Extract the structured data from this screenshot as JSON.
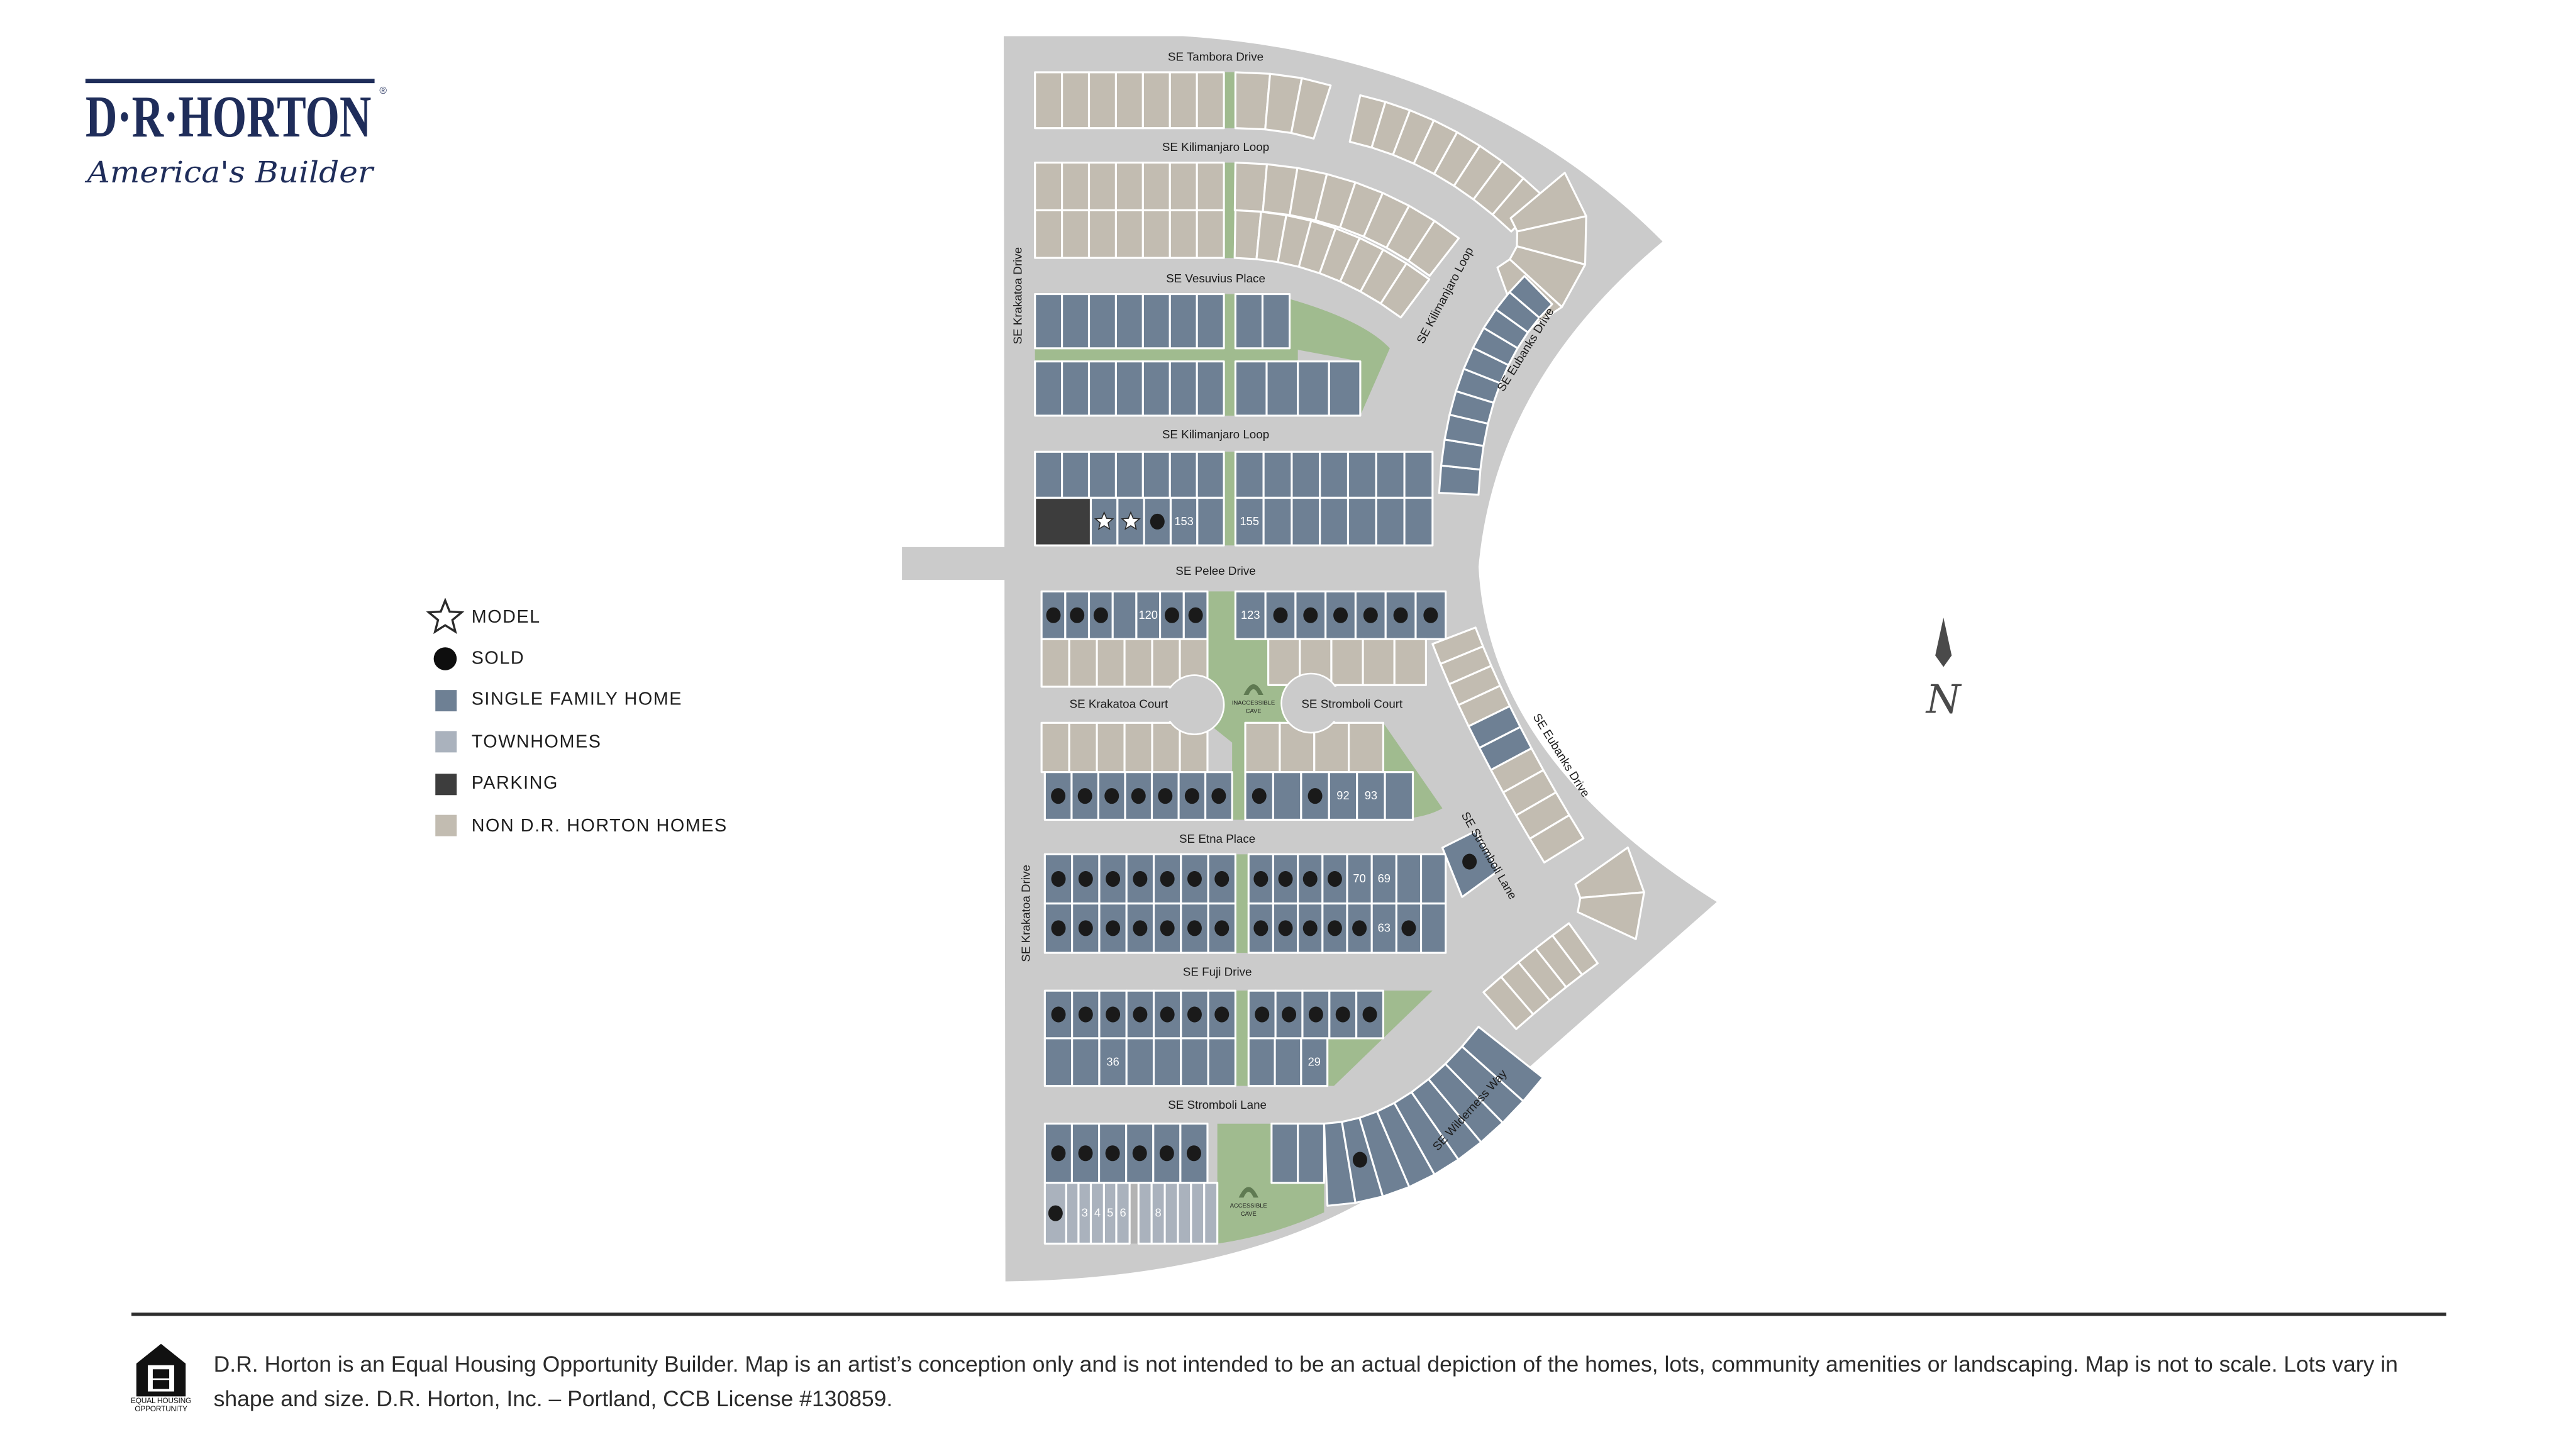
{
  "logo": {
    "wordmark": "D·R·HORTON",
    "registered": "®",
    "tagline": "America's Builder",
    "color": "#1f2d5a"
  },
  "legend": {
    "items": [
      {
        "label": "MODEL",
        "icon": "star-outline-icon"
      },
      {
        "label": "SOLD",
        "icon": "filled-circle-icon"
      },
      {
        "label": "SINGLE FAMILY HOME",
        "color": "#6e8094"
      },
      {
        "label": "TOWNHOMES",
        "color": "#aab2bd"
      },
      {
        "label": "PARKING",
        "color": "#3d3d3d"
      },
      {
        "label": "NON D.R. HORTON HOMES",
        "color": "#c2bcb1"
      }
    ]
  },
  "north_arrow": {
    "label": "N",
    "icon": "north-arrow-icon"
  },
  "colors": {
    "road": "#cbcbcb",
    "green_space": "#a0bb8f",
    "cave": "#5f7a52",
    "single_family": "#6e8094",
    "townhome": "#aab2bd",
    "parking": "#3d3d3d",
    "non_drh": "#c2bcb1",
    "sold": "#1a1a1a"
  },
  "streets": {
    "tambora": "SE Tambora Drive",
    "kilimanjaro_upper": "SE Kilimanjaro Loop",
    "vesuvius": "SE Vesuvius Place",
    "kilimanjaro_lower": "SE Kilimanjaro Loop",
    "kilimanjaro_curve": "SE Kilimanjaro Loop",
    "eubanks_upper": "SE Eubanks Drive",
    "eubanks_lower": "SE Eubanks Drive",
    "krakatoa_drive_upper": "SE Krakatoa Drive",
    "krakatoa_drive_lower": "SE Krakatoa Drive",
    "pelee": "SE Pelee Drive",
    "krakatoa_court": "SE Krakatoa Court",
    "stromboli_court": "SE Stromboli Court",
    "stromboli_lane_curve": "SE Stromboli Lane",
    "etna": "SE Etna Place",
    "fuji": "SE Fuji Drive",
    "stromboli_lane": "SE Stromboli Lane",
    "wilderness": "SE Wilderness Way"
  },
  "amenities": {
    "inaccessible_cave": [
      "INACCESSIBLE",
      "CAVE"
    ],
    "accessible_cave": [
      "ACCESSIBLE",
      "CAVE"
    ]
  },
  "blocks": [
    {
      "id": "tambora_left",
      "type": "non_drh",
      "lots": [
        "",
        "",
        "",
        "",
        "",
        "",
        ""
      ]
    },
    {
      "id": "tambora_right",
      "type": "non_drh",
      "lots": [
        "",
        "",
        ""
      ]
    },
    {
      "id": "tambora_arc",
      "type": "non_drh",
      "lots": [
        "",
        "",
        "",
        "",
        "",
        "",
        "",
        ""
      ]
    },
    {
      "id": "tambora_fan",
      "type": "non_drh",
      "lots": [
        "",
        "",
        "",
        ""
      ]
    },
    {
      "id": "kili_upper_left_top",
      "type": "non_drh",
      "lots": [
        "",
        "",
        "",
        "",
        "",
        "",
        ""
      ]
    },
    {
      "id": "kili_upper_left_bottom",
      "type": "non_drh",
      "lots": [
        "",
        "",
        "",
        "",
        "",
        "",
        ""
      ]
    },
    {
      "id": "kili_upper_right_top",
      "type": "non_drh",
      "lots": [
        "",
        "",
        "",
        "",
        "",
        "",
        "",
        ""
      ]
    },
    {
      "id": "kili_upper_right_bottom",
      "type": "non_drh",
      "lots": [
        "",
        "",
        "",
        "",
        "",
        "",
        "",
        ""
      ]
    },
    {
      "id": "vesuvius_left_top",
      "type": "single_family",
      "lots": [
        "",
        "",
        "",
        "",
        "",
        "",
        ""
      ]
    },
    {
      "id": "vesuvius_left_bottom",
      "type": "single_family",
      "lots": [
        "",
        "",
        "",
        "",
        "",
        "",
        ""
      ]
    },
    {
      "id": "vesuvius_right_top",
      "type": "single_family",
      "lots": [
        "",
        ""
      ]
    },
    {
      "id": "vesuvius_right_bottom",
      "type": "single_family",
      "lots": [
        "",
        "",
        "",
        ""
      ]
    },
    {
      "id": "pelee_north_left_top",
      "type": "single_family",
      "lots": [
        "",
        "",
        "",
        "",
        "",
        "",
        ""
      ]
    },
    {
      "id": "pelee_north_left_bottom",
      "type": "single_family",
      "lots": [
        "parking",
        "model",
        "model",
        "sold",
        "153",
        ""
      ]
    },
    {
      "id": "pelee_north_right_top",
      "type": "single_family",
      "lots": [
        "",
        "",
        "",
        "",
        "",
        "",
        ""
      ]
    },
    {
      "id": "pelee_north_right_bottom",
      "type": "single_family",
      "lots": [
        "155",
        "",
        "",
        "",
        "",
        "",
        ""
      ]
    },
    {
      "id": "kilimanjaro_arc",
      "type": "single_family",
      "lots": [
        "",
        "",
        "",
        "",
        "",
        "",
        "",
        "",
        "",
        ""
      ]
    },
    {
      "id": "pelee_south_left",
      "type": "single_family",
      "lots": [
        "sold",
        "sold",
        "sold",
        "",
        "120",
        "sold",
        "sold"
      ]
    },
    {
      "id": "pelee_south_right",
      "type": "single_family",
      "lots": [
        "123",
        "sold",
        "sold",
        "sold",
        "sold",
        "sold",
        "sold"
      ]
    },
    {
      "id": "krakatoa_court_north",
      "type": "non_drh",
      "lots": [
        "",
        "",
        "",
        "",
        "",
        ""
      ]
    },
    {
      "id": "stromboli_court_north",
      "type": "non_drh",
      "lots": [
        "",
        "",
        "",
        "",
        ""
      ]
    },
    {
      "id": "krakatoa_court_south",
      "type": "non_drh",
      "lots": [
        "",
        "",
        "",
        "",
        "",
        ""
      ]
    },
    {
      "id": "stromboli_court_south",
      "type": "non_drh",
      "lots": [
        "",
        "",
        "",
        ""
      ]
    },
    {
      "id": "etna_north_left",
      "type": "single_family",
      "lots": [
        "sold",
        "sold",
        "sold",
        "sold",
        "sold",
        "sold",
        "sold"
      ]
    },
    {
      "id": "etna_north_right",
      "type": "single_family",
      "lots": [
        "sold",
        "",
        "sold",
        "92",
        "93",
        ""
      ]
    },
    {
      "id": "eubanks_strip",
      "type": "non_drh",
      "types": [
        "non_drh",
        "non_drh",
        "non_drh",
        "non_drh",
        "single_family",
        "single_family",
        "non_drh",
        "non_drh",
        "non_drh",
        "non_drh"
      ],
      "lots": [
        "",
        "",
        "",
        "",
        "",
        "",
        "",
        "",
        "",
        ""
      ]
    },
    {
      "id": "eubanks_fan",
      "type": "non_drh",
      "lots": [
        "",
        ""
      ]
    },
    {
      "id": "eubanks_lower",
      "type": "non_drh",
      "lots": [
        "",
        "",
        "",
        "",
        ""
      ]
    },
    {
      "id": "fuji_north_left",
      "type": "single_family",
      "lots": [
        "sold",
        "sold",
        "sold",
        "sold",
        "sold",
        "sold",
        "sold"
      ]
    },
    {
      "id": "fuji_north_right",
      "type": "single_family",
      "lots": [
        "sold",
        "sold",
        "sold",
        "sold",
        "70",
        "69",
        "",
        ""
      ]
    },
    {
      "id": "stromboli_lane_corner",
      "type": "single_family",
      "lots": [
        "sold"
      ]
    },
    {
      "id": "fuji_south_left",
      "type": "single_family",
      "lots": [
        "sold",
        "sold",
        "sold",
        "sold",
        "sold",
        "sold",
        "sold"
      ]
    },
    {
      "id": "fuji_south_right",
      "type": "single_family",
      "lots": [
        "sold",
        "sold",
        "sold",
        "sold",
        "sold",
        "63",
        "sold",
        ""
      ]
    },
    {
      "id": "stromboli_north_left_top",
      "type": "single_family",
      "lots": [
        "sold",
        "sold",
        "sold",
        "sold",
        "sold",
        "sold",
        "sold"
      ]
    },
    {
      "id": "stromboli_north_left_bottom",
      "type": "single_family",
      "lots": [
        "",
        "",
        "36",
        "",
        "",
        "",
        ""
      ]
    },
    {
      "id": "stromboli_north_right_top",
      "type": "single_family",
      "lots": [
        "sold",
        "sold",
        "sold",
        "sold",
        "sold"
      ]
    },
    {
      "id": "stromboli_north_right_bottom",
      "type": "single_family",
      "lots": [
        "",
        "",
        "29"
      ]
    },
    {
      "id": "stromboli_south_left",
      "type": "single_family",
      "lots": [
        "sold",
        "sold",
        "sold",
        "sold",
        "sold",
        "sold"
      ]
    },
    {
      "id": "stromboli_south_right",
      "type": "single_family",
      "lots": [
        "",
        ""
      ]
    },
    {
      "id": "wilderness_fan",
      "type": "single_family",
      "lots": [
        "",
        "sold",
        "",
        "",
        "",
        "",
        "",
        "",
        ""
      ]
    },
    {
      "id": "townhomes_left",
      "type": "townhome",
      "lots": [
        "sold",
        "",
        "3",
        "4",
        "5",
        "6"
      ]
    },
    {
      "id": "townhomes_right",
      "type": "townhome",
      "lots": [
        "",
        "8",
        "",
        "",
        "",
        ""
      ]
    }
  ],
  "footer": {
    "eho_logo_text": "EQUAL HOUSING OPPORTUNITY",
    "disclaimer": "D.R. Horton is an Equal Housing Opportunity Builder. Map is an artist’s conception only and is not intended to be an actual depiction of the homes, lots, community amenities or landscaping. Map is not to scale. Lots vary in shape and size. D.R. Horton, Inc. – Portland, CCB License #130859."
  }
}
